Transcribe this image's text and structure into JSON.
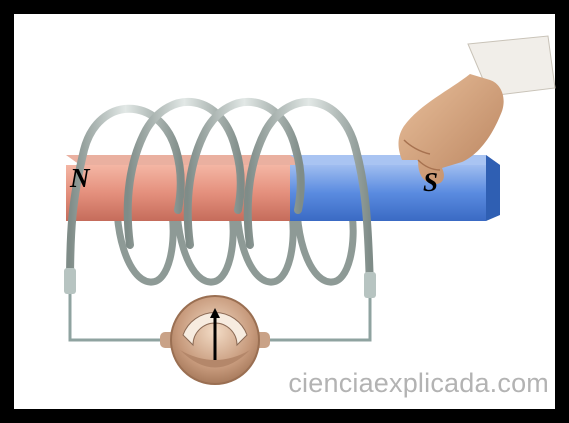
{
  "diagram": {
    "magnet": {
      "north_label": "N",
      "south_label": "S",
      "north_color": "#d98b7a",
      "south_color": "#4a7fd1"
    },
    "coil": {
      "wire_color": "#9aa7a3",
      "turns": 4
    },
    "meter": {
      "body_color": "#c79f86",
      "needle_color": "#000000"
    },
    "hand": {
      "skin_color": "#d2a07a",
      "sleeve_color": "#f0ede8"
    },
    "frame_color": "#000000"
  },
  "watermark": "cienciaexplicada.com"
}
